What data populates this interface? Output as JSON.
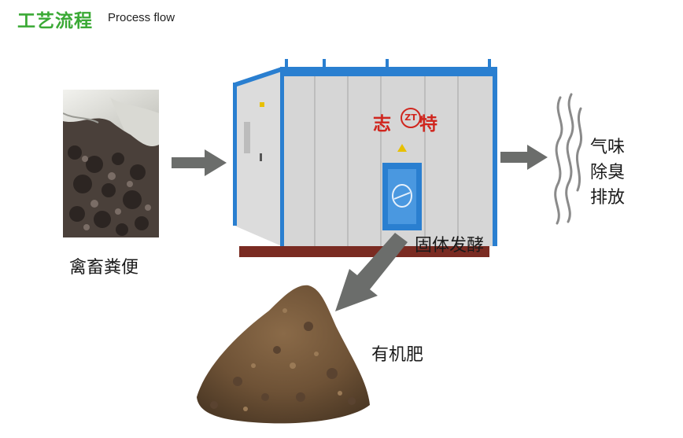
{
  "header": {
    "title_cn": "工艺流程",
    "title_en": "Process flow"
  },
  "stages": {
    "input_label": "禽畜粪便",
    "process_label": "固体发酵",
    "output_label": "有机肥",
    "exhaust_lines": [
      "气味",
      "除臭",
      "排放"
    ]
  },
  "machine": {
    "brand_text": "志 特",
    "logo_text": "ZT"
  },
  "colors": {
    "title_green": "#3aa935",
    "machine_blue": "#2a7fd0",
    "brand_red": "#d0261e",
    "arrow_gray": "#6b6d6b"
  },
  "icons": {
    "arrow": "arrow-icon",
    "smoke": "smoke-icon"
  }
}
